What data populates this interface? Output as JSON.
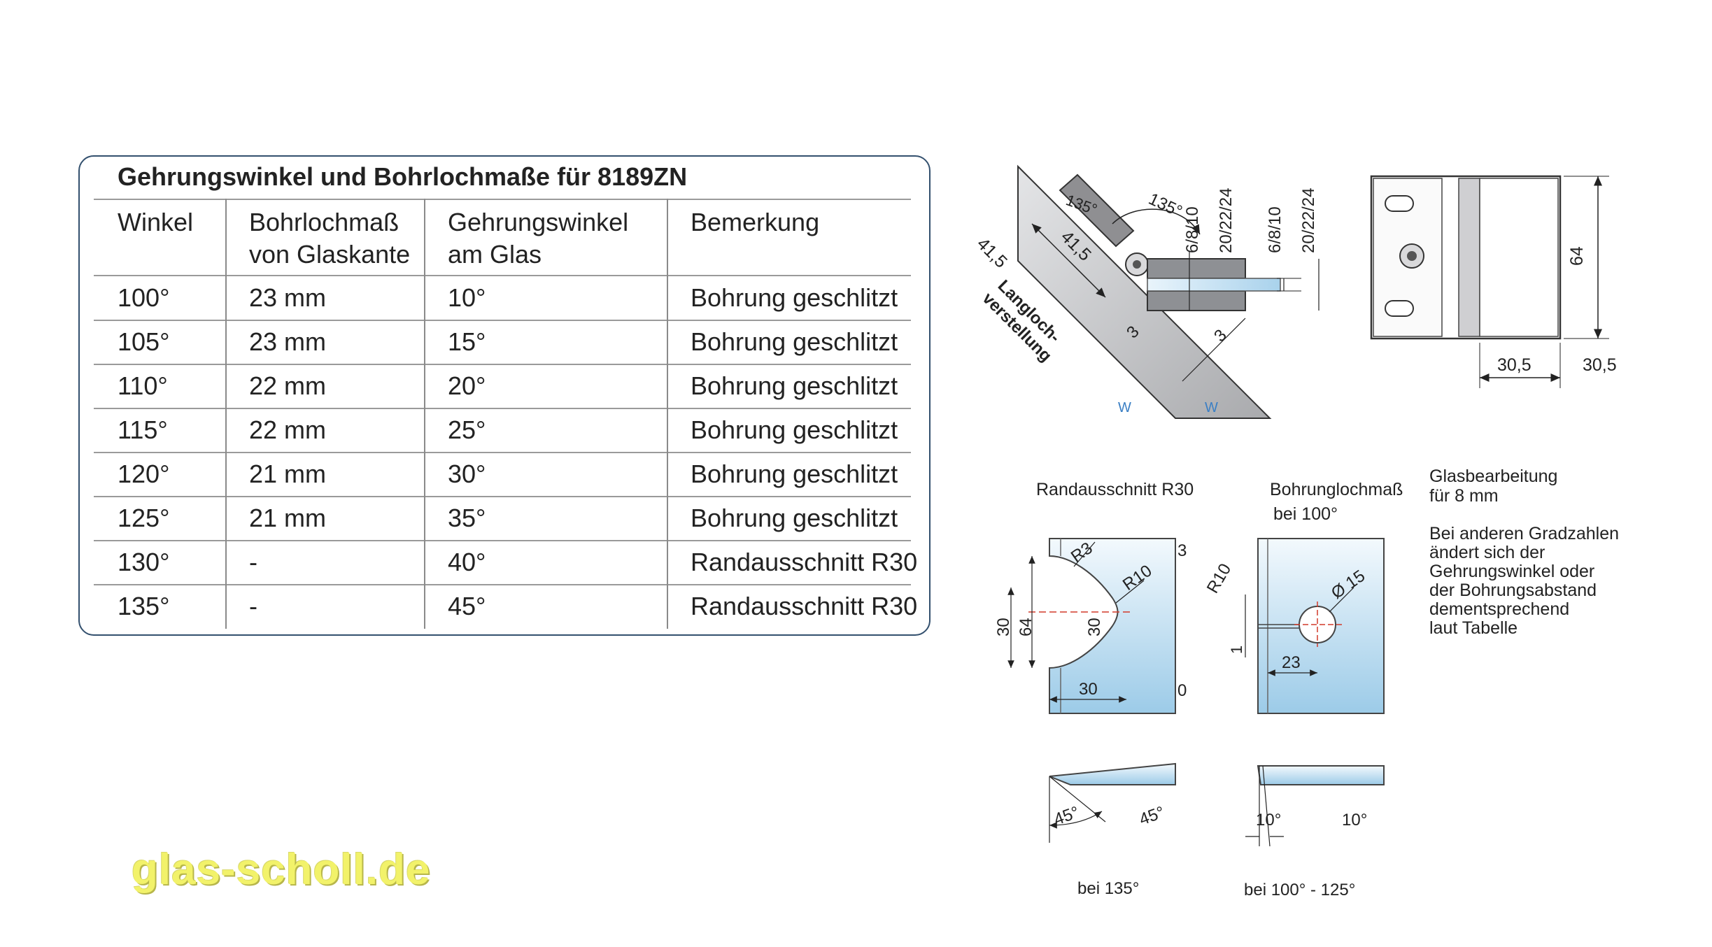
{
  "table": {
    "title": "Gehrungswinkel und Bohrlochmaße für 8189ZN",
    "headers": [
      [
        "Winkel"
      ],
      [
        "Bohrlochmaß",
        "von Glaskante"
      ],
      [
        "Gehrungswinkel",
        "am Glas"
      ],
      [
        "Bemerkung"
      ]
    ],
    "rows": [
      [
        "100°",
        "23 mm",
        "10°",
        "Bohrung geschlitzt"
      ],
      [
        "105°",
        "23 mm",
        "15°",
        "Bohrung geschlitzt"
      ],
      [
        "110°",
        "22 mm",
        "20°",
        "Bohrung geschlitzt"
      ],
      [
        "115°",
        "22 mm",
        "25°",
        "Bohrung geschlitzt"
      ],
      [
        "120°",
        "21 mm",
        "30°",
        "Bohrung geschlitzt"
      ],
      [
        "125°",
        "21 mm",
        "35°",
        "Bohrung geschlitzt"
      ],
      [
        "130°",
        "-",
        "40°",
        "Randausschnitt R30"
      ],
      [
        "135°",
        "-",
        "45°",
        "Randausschnitt R30"
      ]
    ]
  },
  "top_drawing": {
    "dim_41_5_outer": "41,5",
    "dim_41_5_inner": "41,5",
    "angle_small": "135°",
    "angle_large": "135°",
    "dim_6_8_10_a": "6/8/10",
    "dim_20_22_24_a": "20/22/24",
    "dim_6_8_10_b": "6/8/10",
    "dim_20_22_24_b": "20/22/24",
    "langloch_1": "Langloch-",
    "langloch_2": "verstellung",
    "dim_3_a": "3",
    "dim_3_b": "3",
    "mark_w_blue": "W",
    "mark_w_plain": "W"
  },
  "side_drawing": {
    "dim_64": "64",
    "dim_30_5_a": "30,5",
    "dim_30_5_b": "30,5"
  },
  "randausschnitt": {
    "caption": "Randausschnitt R30",
    "dim_r3": "R3",
    "dim_3": "3",
    "dim_r10": "R10",
    "dim_30_left": "30",
    "dim_64": "64",
    "dim_30_center": "30",
    "dim_30_bottom": "30",
    "dim_0": "0",
    "angle_a": "45°",
    "angle_b": "45°",
    "note": "bei 135°"
  },
  "bohrung": {
    "caption_1": "Bohrunglochmaß",
    "caption_2": "bei 100°",
    "dim_r10": "R10",
    "dim_d15": "Ø 15",
    "dim_1": "1",
    "dim_23": "23",
    "angle_a": "10°",
    "angle_b": "10°",
    "note": "bei 100° - 125°"
  },
  "notes": {
    "lines": [
      "Glasbearbeitung",
      "für 8 mm",
      "",
      "Bei anderen Gradzahlen",
      "ändert sich der",
      "Gehrungswinkel oder",
      "der Bohrungsabstand",
      "dementsprechend",
      "laut Tabelle"
    ]
  },
  "watermark": "glas-scholl.de",
  "colors": {
    "frame": "#33506e",
    "glass_light": "#e6f2fa",
    "glass_dark": "#9ccbe8",
    "metal": "#b9babc",
    "blue_mark": "#3b7fc4",
    "center_red": "#d23a2a",
    "watermark": "#f2f26a"
  }
}
